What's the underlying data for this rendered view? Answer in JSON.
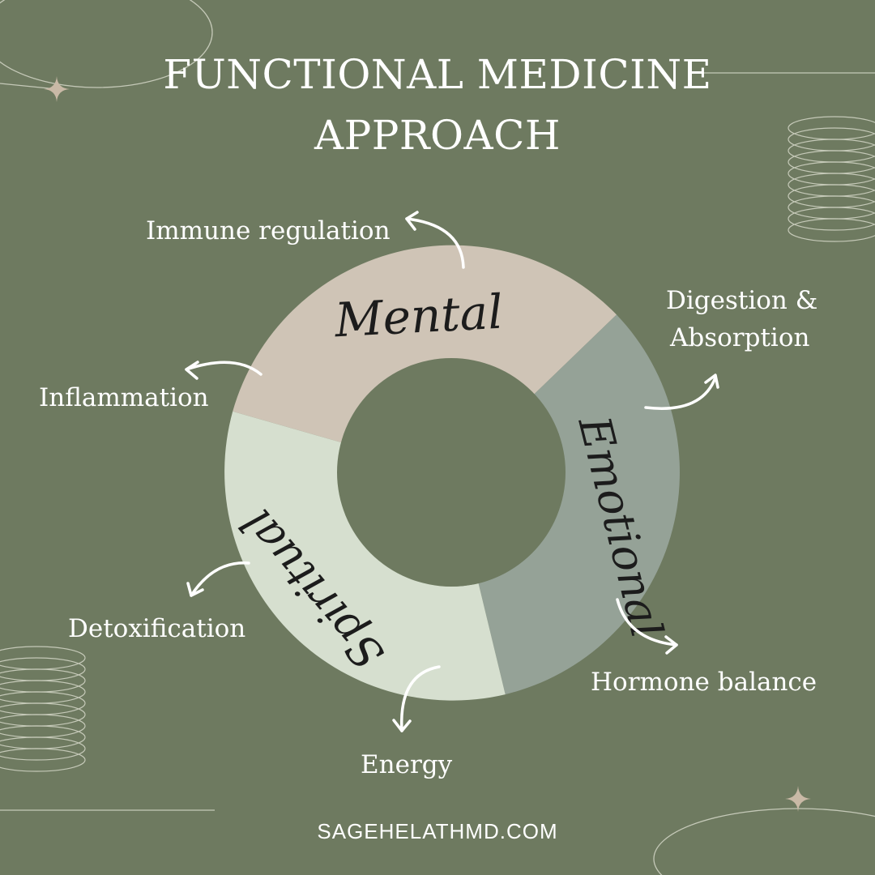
{
  "title": {
    "line1": "FUNCTIONAL MEDICINE",
    "line2": "APPROACH"
  },
  "ring": {
    "segments": [
      {
        "label": "Mental",
        "color": "#cfc4b6"
      },
      {
        "label": "Emotional",
        "color": "#95a297"
      },
      {
        "label": "Spiritual",
        "color": "#d6dfcf"
      }
    ],
    "center_color": "#6e7a60"
  },
  "labels": {
    "immune_regulation": "Immune regulation",
    "digestion_line1": "Digestion &",
    "digestion_line2": "Absorption",
    "inflammation": "Inflammation",
    "detoxification": "Detoxification",
    "hormone_balance": "Hormone balance",
    "energy": "Energy"
  },
  "footer": "SAGEHELATHMD.COM",
  "colors": {
    "background": "#6e7a60",
    "text": "#ffffff",
    "sparkle": "#c9b9a6"
  }
}
